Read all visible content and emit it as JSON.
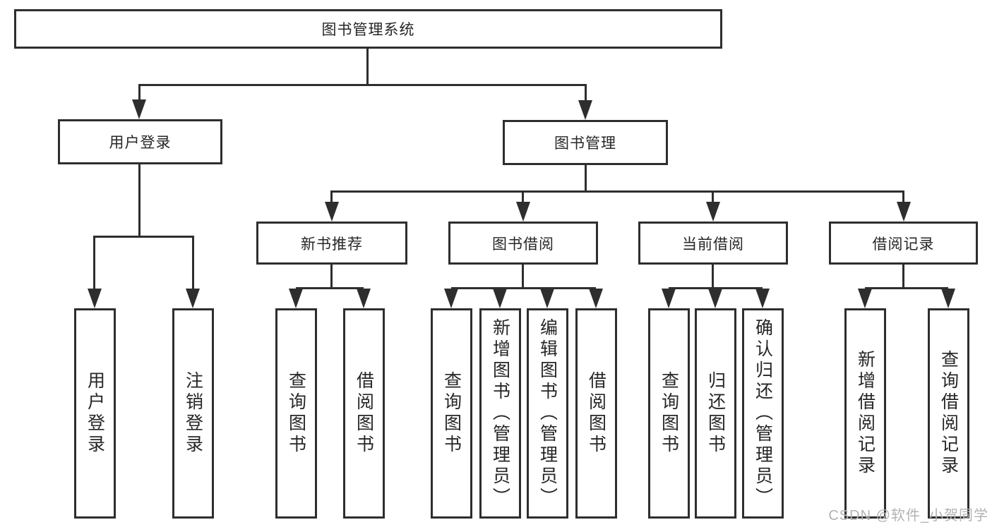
{
  "diagram_title": "图书管理系统",
  "nodes": {
    "root": {
      "label": "图书管理系统"
    },
    "level2": [
      {
        "label": "用户登录"
      },
      {
        "label": "图书管理"
      }
    ],
    "level3": [
      {
        "label": "新书推荐"
      },
      {
        "label": "图书借阅"
      },
      {
        "label": "当前借阅"
      },
      {
        "label": "借阅记录"
      }
    ],
    "leaves": [
      {
        "label": "用户登录",
        "parent": "用户登录"
      },
      {
        "label": "注销登录",
        "parent": "用户登录"
      },
      {
        "label": "查询图书",
        "parent": "新书推荐"
      },
      {
        "label": "借阅图书",
        "parent": "新书推荐"
      },
      {
        "label": "查询图书",
        "parent": "图书借阅"
      },
      {
        "label": "新增图书（管理员）",
        "parent": "图书借阅"
      },
      {
        "label": "编辑图书（管理员）",
        "parent": "图书借阅"
      },
      {
        "label": "借阅图书",
        "parent": "图书借阅"
      },
      {
        "label": "查询图书",
        "parent": "当前借阅"
      },
      {
        "label": "归还图书",
        "parent": "当前借阅"
      },
      {
        "label": "确认归还（管理员）",
        "parent": "当前借阅"
      },
      {
        "label": "新增借阅记录",
        "parent": "借阅记录"
      },
      {
        "label": "查询借阅记录",
        "parent": "借阅记录"
      }
    ]
  },
  "watermark": "CSDN @软件_小贺同学",
  "colors": {
    "line": "#2e2e2e",
    "text": "#262626",
    "background": "#ffffff",
    "watermark": "#b3b3b3"
  }
}
